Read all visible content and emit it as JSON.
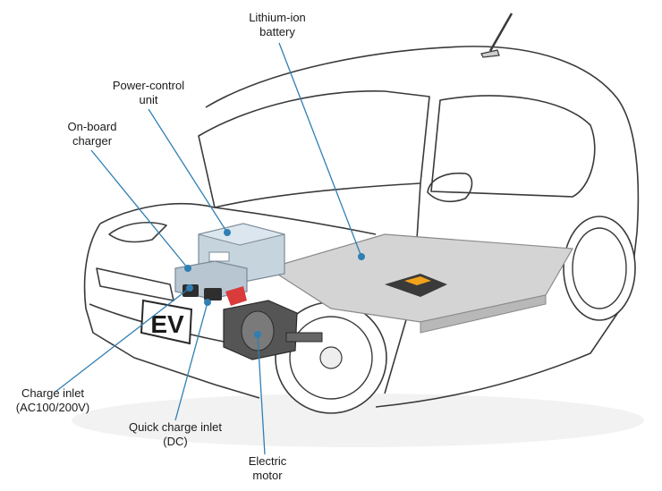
{
  "labels": {
    "battery": {
      "line1": "Lithium-ion",
      "line2": "battery"
    },
    "pcu": {
      "line1": "Power-control",
      "line2": "unit"
    },
    "charger": {
      "line1": "On-board",
      "line2": "charger"
    },
    "charge_inlet": {
      "line1": "Charge inlet",
      "line2": "(AC100/200V)"
    },
    "quick_inlet": {
      "line1": "Quick charge inlet",
      "line2": "(DC)"
    },
    "motor": {
      "line1": "Electric",
      "line2": "motor"
    },
    "plate": "EV"
  },
  "colors": {
    "leader": "#2f7fb3",
    "outline": "#3a3a3a",
    "component": "#c9d6df",
    "battery_floor": "#d2d2d2",
    "accent": "#d93b3b"
  },
  "icons": [
    "antenna",
    "car-outline",
    "wheel",
    "battery-pack",
    "power-control-unit",
    "charger",
    "electric-motor"
  ]
}
